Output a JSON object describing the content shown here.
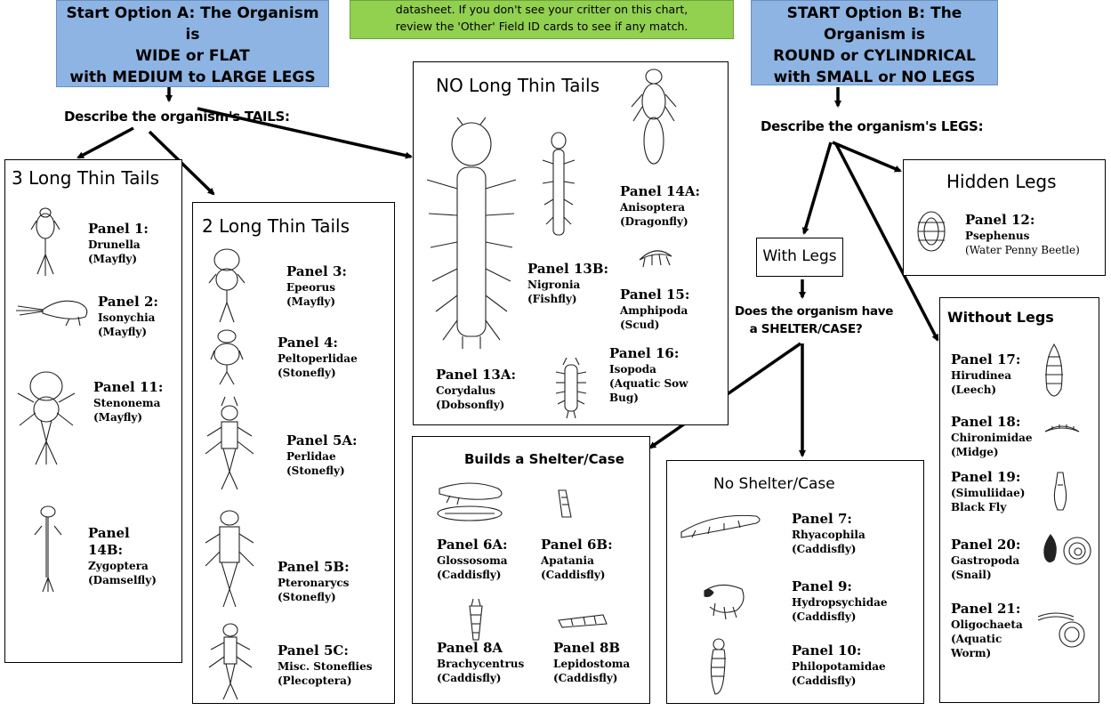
{
  "start_a": {
    "line1": "Start Option A: The Organism is",
    "line2": "WIDE or FLAT",
    "line3": "with MEDIUM to LARGE LEGS"
  },
  "note": {
    "line1": "datasheet.  If you don't see your critter on this chart,",
    "line2": "review the 'Other' Field ID cards to see if any match."
  },
  "start_b": {
    "line1": "START Option B: The Organism is",
    "line2": "ROUND or CYLINDRICAL",
    "line3": "with SMALL or NO LEGS"
  },
  "prompts": {
    "tails": "Describe the organism's TAILS:",
    "legs": "Describe the organism's LEGS:",
    "shelter_line1": "Does the organism have",
    "shelter_line2": "a SHELTER/CASE?"
  },
  "with_legs": "With Legs",
  "boxes": {
    "three_tails": {
      "title": "3 Long Thin Tails",
      "panels": [
        {
          "num": "Panel 1:",
          "name": "Drunella",
          "common": "(Mayfly)"
        },
        {
          "num": "Panel 2:",
          "name": "Isonychia",
          "common": "(Mayfly)"
        },
        {
          "num": "Panel 11:",
          "name": "Stenonema",
          "common": "(Mayfly)"
        },
        {
          "num": "Panel",
          "num2": "14B:",
          "name": "Zygoptera",
          "common": "(Damselfly)"
        }
      ]
    },
    "two_tails": {
      "title": "2 Long Thin Tails",
      "panels": [
        {
          "num": "Panel 3:",
          "name": "Epeorus",
          "common": "(Mayfly)"
        },
        {
          "num": "Panel 4:",
          "name": "Peltoperlidae",
          "common": "(Stonefly)"
        },
        {
          "num": "Panel 5A:",
          "name": "Perlidae",
          "common": "(Stonefly)"
        },
        {
          "num": "Panel 5B:",
          "name": "Pteronarycs",
          "common": "(Stonefly)"
        },
        {
          "num": "Panel 5C:",
          "name": "Misc. Stoneflies",
          "common": "(Plecoptera)"
        }
      ]
    },
    "no_tails": {
      "title": "NO Long Thin Tails",
      "panels": [
        {
          "num": "Panel 14A:",
          "name": "Anisoptera",
          "common": "(Dragonfly)"
        },
        {
          "num": "Panel 13B:",
          "name": "Nigronia",
          "common": "(Fishfly)"
        },
        {
          "num": "Panel 15:",
          "name": "Amphipoda",
          "common": "(Scud)"
        },
        {
          "num": "Panel 16:",
          "name": "Isopoda",
          "common": "(Aquatic Sow",
          "common2": "Bug)"
        },
        {
          "num": "Panel 13A:",
          "name": "Corydalus",
          "common": "(Dobsonfly)"
        }
      ]
    },
    "hidden_legs": {
      "title": "Hidden Legs",
      "panels": [
        {
          "num": "Panel 12:",
          "name": "Psephenus",
          "common": "(Water Penny Beetle)"
        }
      ]
    },
    "without_legs": {
      "title": "Without Legs",
      "panels": [
        {
          "num": "Panel 17:",
          "name": "Hirudinea",
          "common": "(Leech)"
        },
        {
          "num": "Panel 18:",
          "name": "Chironimidae",
          "common": "(Midge)"
        },
        {
          "num": "Panel 19:",
          "name": "(Simuliidae)",
          "common": "Black Fly"
        },
        {
          "num": "Panel 20:",
          "name": "Gastropoda",
          "common": "(Snail)"
        },
        {
          "num": "Panel 21:",
          "name": "Oligochaeta",
          "common": "(Aquatic",
          "common2": "Worm)"
        }
      ]
    },
    "shelter": {
      "title": "Builds a Shelter/Case",
      "panels": [
        {
          "num": "Panel 6A:",
          "name": "Glossosoma",
          "common": "(Caddisfly)"
        },
        {
          "num": "Panel 6B:",
          "name": "Apatania",
          "common": "(Caddisfly)"
        },
        {
          "num": "Panel 8A",
          "name": "Brachycentrus",
          "common": "(Caddisfly)"
        },
        {
          "num": "Panel 8B",
          "name": "Lepidostoma",
          "common": "(Caddisfly)"
        }
      ]
    },
    "no_shelter": {
      "title": "No Shelter/Case",
      "panels": [
        {
          "num": "Panel 7:",
          "name": "Rhyacophila",
          "common": "(Caddisfly)"
        },
        {
          "num": "Panel 9:",
          "name": "Hydropsychidae",
          "common": "(Caddisfly)"
        },
        {
          "num": "Panel 10:",
          "name": "Philopotamidae",
          "common": "(Caddisfly)"
        }
      ]
    }
  },
  "colors": {
    "start_box": "#8eb4e3",
    "note_box": "#92d050",
    "line": "#000000"
  }
}
